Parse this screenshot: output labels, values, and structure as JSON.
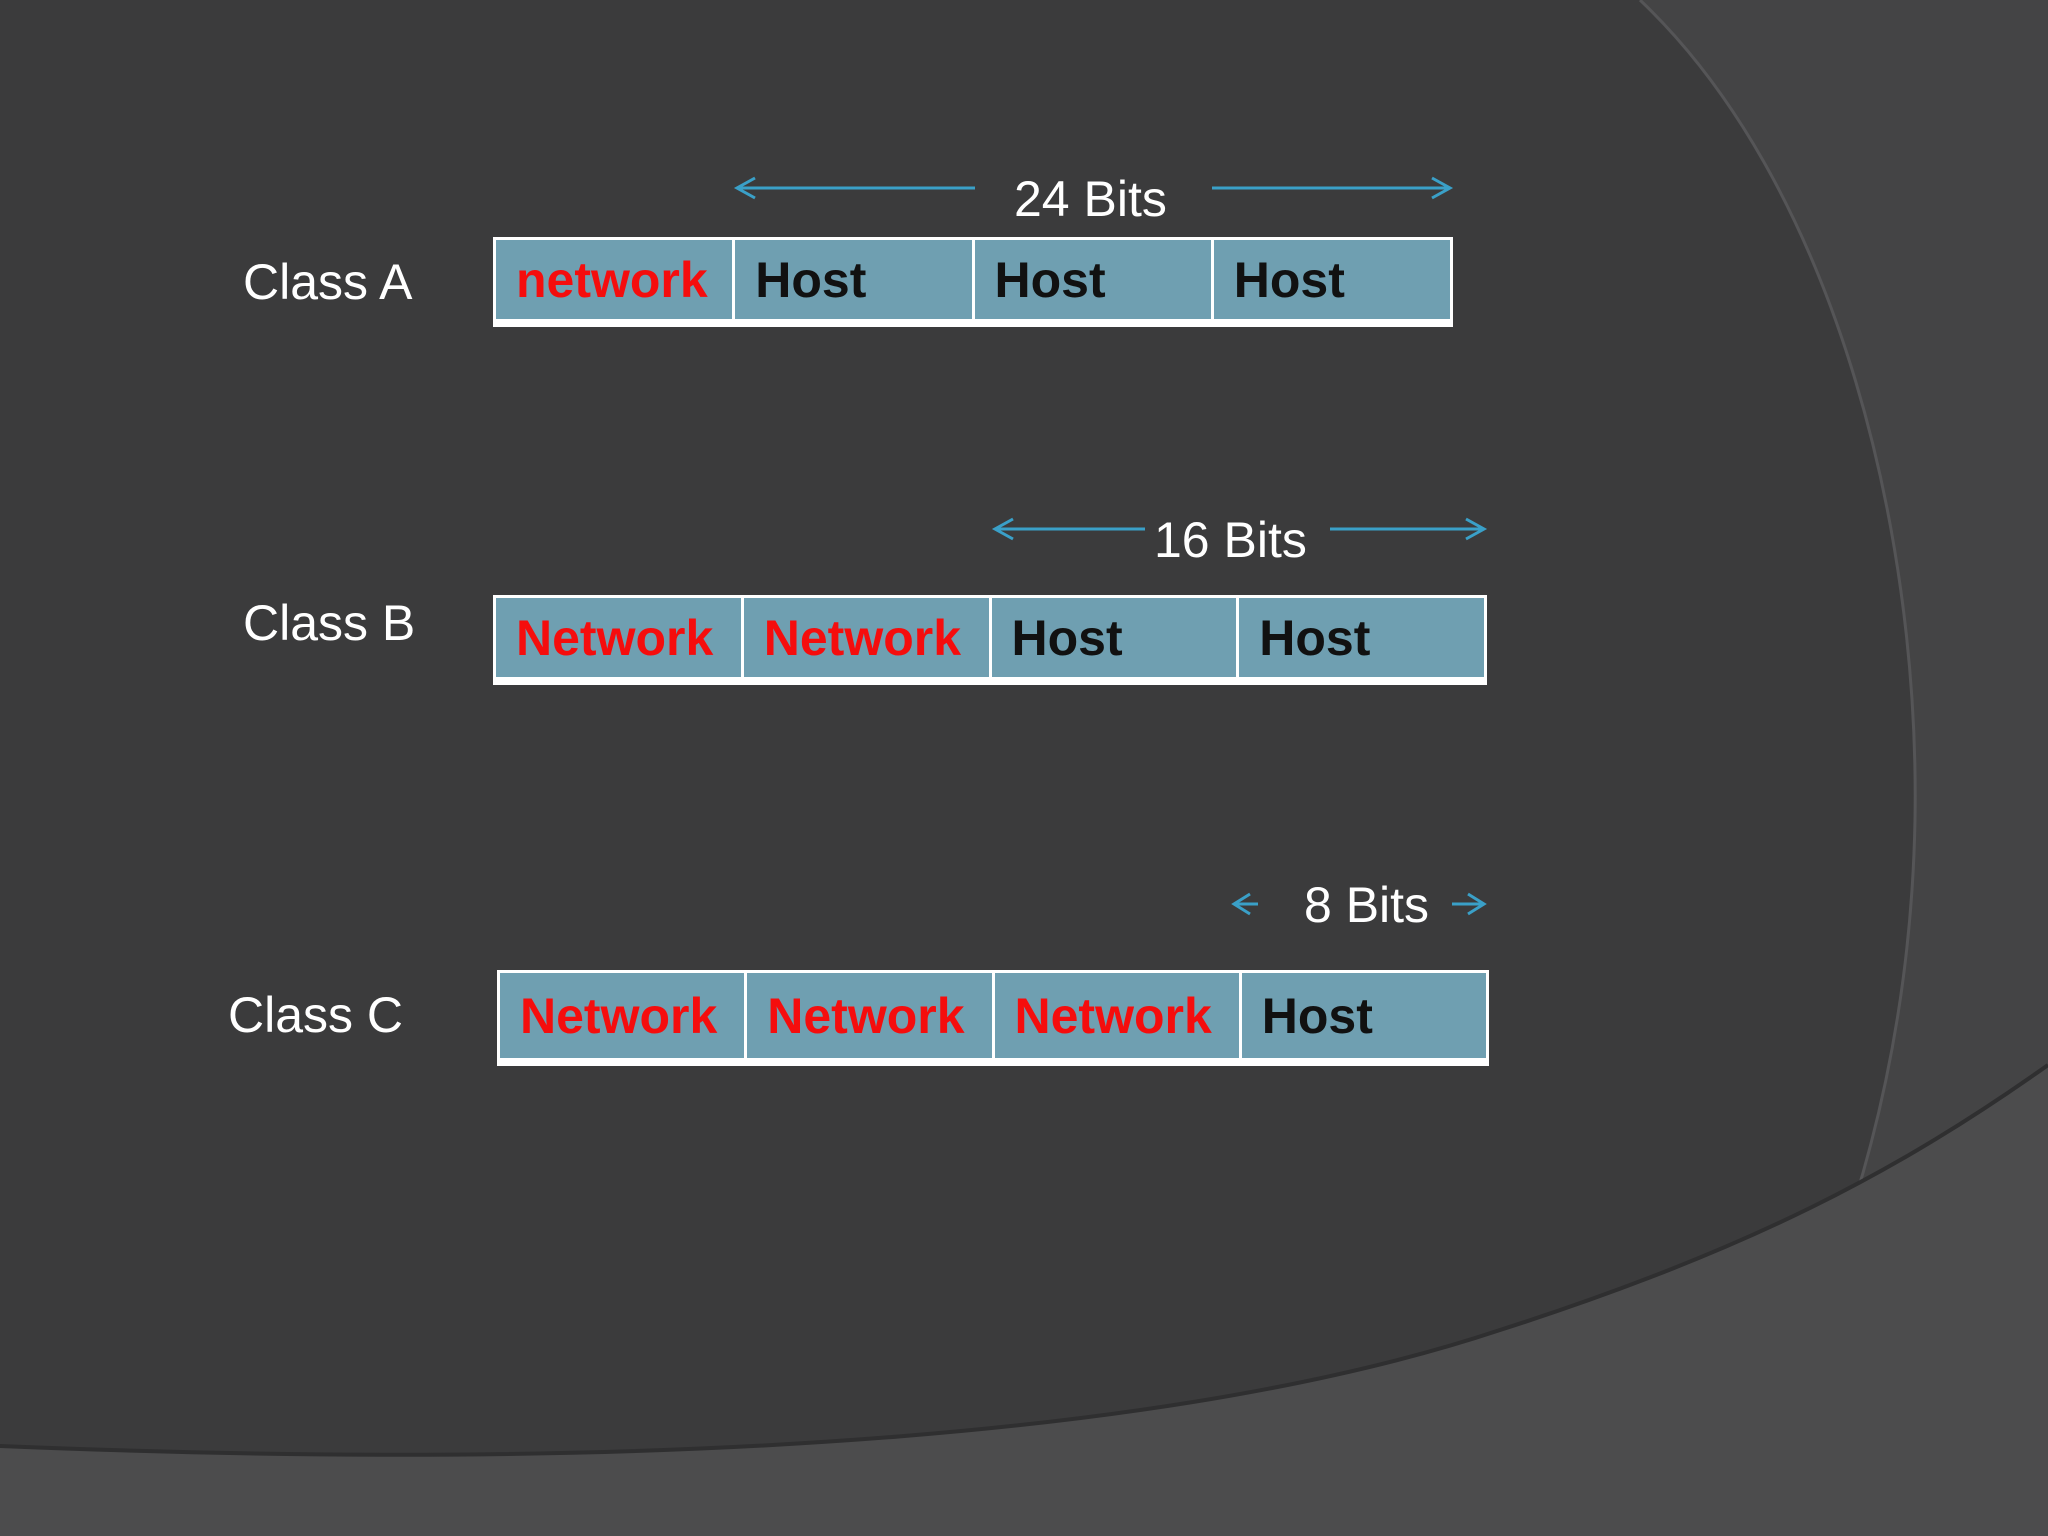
{
  "colors": {
    "background": "#3b3b3c",
    "octet_fill": "#6f9fb1",
    "network_text": "#f50d0d",
    "host_text": "#111111",
    "arrow": "#3aa0c8"
  },
  "class_a": {
    "label": "Class A",
    "bits": "24 Bits",
    "octets": [
      "network",
      "Host",
      "Host",
      "Host"
    ]
  },
  "class_b": {
    "label": "Class B",
    "bits": "16 Bits",
    "octets": [
      "Network",
      "Network",
      "Host",
      "Host"
    ]
  },
  "class_c": {
    "label": "Class C",
    "bits": "8 Bits",
    "octets": [
      "Network",
      "Network",
      "Network",
      "Host"
    ]
  }
}
